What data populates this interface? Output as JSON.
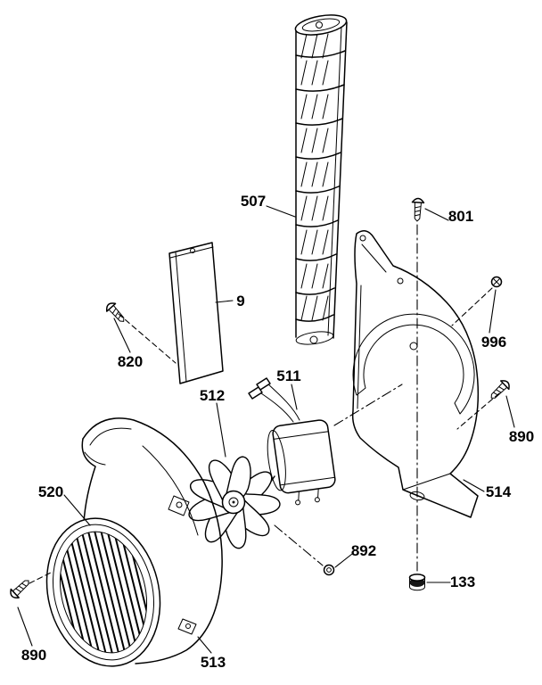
{
  "diagram": {
    "type": "exploded-parts-diagram",
    "colors": {
      "background": "#ffffff",
      "line": "#000000"
    },
    "labels": [
      {
        "part": "blower-wheel",
        "text": "507"
      },
      {
        "part": "screw-top",
        "text": "801"
      },
      {
        "part": "panel-bracket",
        "text": "9"
      },
      {
        "part": "screw-panel",
        "text": "820"
      },
      {
        "part": "grommet",
        "text": "996"
      },
      {
        "part": "motor",
        "text": "511"
      },
      {
        "part": "fan-blade",
        "text": "512"
      },
      {
        "part": "screw-right",
        "text": "890"
      },
      {
        "part": "housing-grille",
        "text": "520"
      },
      {
        "part": "mounting-bracket",
        "text": "514"
      },
      {
        "part": "nut",
        "text": "892"
      },
      {
        "part": "rubber-foot",
        "text": "133"
      },
      {
        "part": "screw-left",
        "text": "890"
      },
      {
        "part": "housing-body",
        "text": "513"
      }
    ]
  }
}
